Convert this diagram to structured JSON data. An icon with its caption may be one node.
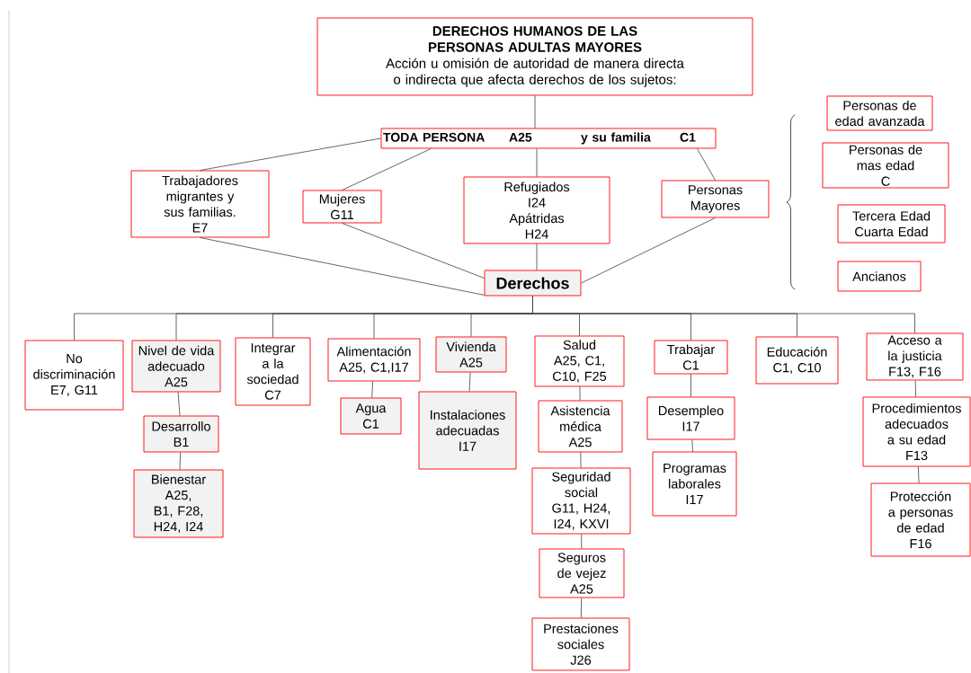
{
  "diagram": {
    "nodes": [
      {
        "text": [
          "DERECHOS HUMANOS DE LAS PERSONAS ADULTAS MAYORES",
          "Acción u omisión de autoridad de manera directa o indirecta que afecta derechos de los sujetos:"
        ]
      },
      {
        "text": [
          "TODA PERSONA",
          "A25",
          "y su familia",
          "C1"
        ]
      },
      {
        "text": [
          "Trabajadores migrantes y sus familias.",
          "E7"
        ]
      },
      {
        "text": [
          "Mujeres",
          "G11"
        ]
      },
      {
        "text": [
          "Refugiados",
          "I24",
          "Apátridas",
          "H24"
        ]
      },
      {
        "text": [
          "Personas Mayores"
        ]
      },
      {
        "text": [
          "Derechos"
        ]
      },
      {
        "text": [
          "Personas de edad avanzada"
        ]
      },
      {
        "text": [
          "Personas de mas edad",
          "C"
        ]
      },
      {
        "text": [
          "Tercera Edad Cuarta Edad"
        ]
      },
      {
        "text": [
          "Ancianos"
        ]
      },
      {
        "text": [
          "No discriminación",
          "E7, G11"
        ]
      },
      {
        "text": [
          "Nivel de vida adecuado",
          "A25"
        ]
      },
      {
        "text": [
          "Desarrollo",
          "B1"
        ]
      },
      {
        "text": [
          "Bienestar",
          "A25, B1, F28, H24, I24"
        ]
      },
      {
        "text": [
          "Integrar a la sociedad",
          "C7"
        ]
      },
      {
        "text": [
          "Alimentación",
          "A25, C1,I17"
        ]
      },
      {
        "text": [
          "Agua",
          "C1"
        ]
      },
      {
        "text": [
          "Vivienda",
          "A25"
        ]
      },
      {
        "text": [
          "Instalaciones adecuadas",
          "I17"
        ]
      },
      {
        "text": [
          "Salud",
          "A25, C1, C10, F25"
        ]
      },
      {
        "text": [
          "Asistencia médica",
          "A25"
        ]
      },
      {
        "text": [
          "Seguridad social",
          "G11, H24, I24, KXVI"
        ]
      },
      {
        "text": [
          "Seguros de vejez",
          "A25"
        ]
      },
      {
        "text": [
          "Prestaciones sociales",
          "J26"
        ]
      },
      {
        "text": [
          "Trabajar",
          "C1"
        ]
      },
      {
        "text": [
          "Desempleo",
          "I17"
        ]
      },
      {
        "text": [
          "Programas laborales",
          "I17"
        ]
      },
      {
        "text": [
          "Educación",
          "C1, C10"
        ]
      },
      {
        "text": [
          "Acceso a la justicia",
          "F13, F16"
        ]
      },
      {
        "text": [
          "Procedimientos adecuados a su edad",
          "F13"
        ]
      },
      {
        "text": [
          "Protección a personas de edad",
          "F16"
        ]
      }
    ],
    "edges": [
      {
        "from": 0,
        "to": 1,
        "arrow": "none"
      },
      {
        "from": 1,
        "to": 2,
        "arrow": "none"
      },
      {
        "from": 1,
        "to": 3,
        "arrow": "none"
      },
      {
        "from": 1,
        "to": 4,
        "arrow": "none"
      },
      {
        "from": 1,
        "to": 5,
        "arrow": "none"
      },
      {
        "from": 2,
        "to": 6,
        "arrow": "none"
      },
      {
        "from": 3,
        "to": 6,
        "arrow": "none"
      },
      {
        "from": 4,
        "to": 6,
        "arrow": "none"
      },
      {
        "from": 5,
        "to": 6,
        "arrow": "none"
      },
      {
        "from": 6,
        "to": 11,
        "arrow": "none"
      },
      {
        "from": 6,
        "to": 12,
        "arrow": "none"
      },
      {
        "from": 6,
        "to": 15,
        "arrow": "none"
      },
      {
        "from": 6,
        "to": 16,
        "arrow": "none"
      },
      {
        "from": 6,
        "to": 18,
        "arrow": "none"
      },
      {
        "from": 6,
        "to": 20,
        "arrow": "none"
      },
      {
        "from": 6,
        "to": 25,
        "arrow": "none"
      },
      {
        "from": 6,
        "to": 28,
        "arrow": "none"
      },
      {
        "from": 6,
        "to": 29,
        "arrow": "none"
      },
      {
        "from": 12,
        "to": 13,
        "arrow": "none"
      },
      {
        "from": 13,
        "to": 14,
        "arrow": "none"
      },
      {
        "from": 16,
        "to": 17,
        "arrow": "none"
      },
      {
        "from": 18,
        "to": 19,
        "arrow": "none"
      },
      {
        "from": 20,
        "to": 21,
        "arrow": "none"
      },
      {
        "from": 21,
        "to": 22,
        "arrow": "none"
      },
      {
        "from": 22,
        "to": 23,
        "arrow": "none"
      },
      {
        "from": 23,
        "to": 24,
        "arrow": "none"
      },
      {
        "from": 25,
        "to": 26,
        "arrow": "none"
      },
      {
        "from": 26,
        "to": 27,
        "arrow": "none"
      },
      {
        "from": 29,
        "to": 30,
        "arrow": "none"
      },
      {
        "from": 30,
        "to": 31,
        "arrow": "none"
      }
    ]
  }
}
